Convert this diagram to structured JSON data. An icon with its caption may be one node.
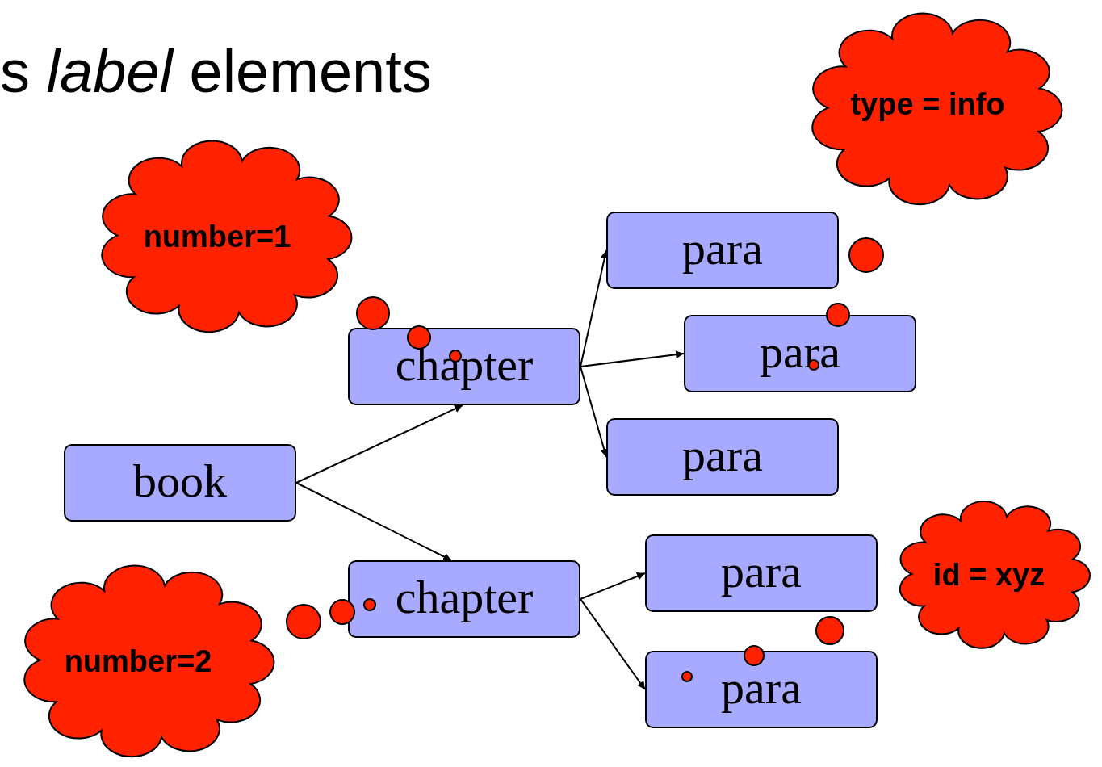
{
  "diagram": {
    "title": "s *label* elements",
    "nodes": [
      {
        "text": [
          "number=1"
        ]
      },
      {
        "text": [
          "type = info"
        ]
      },
      {
        "text": [
          "book"
        ]
      },
      {
        "text": [
          "chapter"
        ]
      },
      {
        "text": [
          "para"
        ]
      },
      {
        "text": [
          "para"
        ]
      },
      {
        "text": [
          "para"
        ]
      },
      {
        "text": [
          "chapter"
        ]
      },
      {
        "text": [
          "para"
        ]
      },
      {
        "text": [
          "para"
        ]
      },
      {
        "text": [
          "id = xyz"
        ]
      },
      {
        "text": [
          "number=2"
        ]
      }
    ],
    "edges": [
      {
        "from": 2,
        "to": 3,
        "arrow": "to"
      },
      {
        "from": 2,
        "to": 7,
        "arrow": "to"
      },
      {
        "from": 3,
        "to": 4,
        "arrow": "to"
      },
      {
        "from": 3,
        "to": 5,
        "arrow": "to"
      },
      {
        "from": 3,
        "to": 6,
        "arrow": "to"
      },
      {
        "from": 7,
        "to": 8,
        "arrow": "to"
      },
      {
        "from": 7,
        "to": 9,
        "arrow": "to"
      }
    ]
  }
}
